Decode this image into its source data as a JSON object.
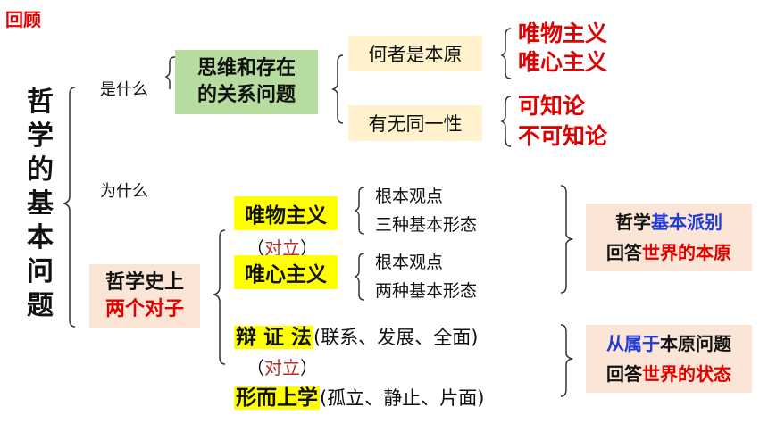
{
  "corner_label": "回顾",
  "root": "哲学的基本问题",
  "question_what": "是什么",
  "question_why": "为什么",
  "core_question": [
    "思维和存在",
    "的关系问题"
  ],
  "aspect_origin": "何者是本原",
  "aspect_identity": "有无同一性",
  "answers_origin": [
    "唯物主义",
    "唯心主义"
  ],
  "answers_identity": [
    "可知论",
    "不可知论"
  ],
  "pairs_label": [
    "哲学史上",
    "两个对子"
  ],
  "materialism": "唯物主义",
  "idealism": "唯心主义",
  "opposition_1": [
    "（",
    "对立",
    "）"
  ],
  "materialism_items": [
    "根本观点",
    "三种基本形态"
  ],
  "idealism_items": [
    "根本观点",
    "两种基本形态"
  ],
  "dialectics": "辩 证 法",
  "dialectics_note": "(联系、发展、全面)",
  "opposition_2": [
    "（",
    "对立",
    "）"
  ],
  "metaphysics": "形而上学",
  "metaphysics_note": "(孤立、静止、片面)",
  "summary_1": {
    "line1_plain": "哲学",
    "line1_em": "基本派别",
    "line2_plain": "回答",
    "line2_em": "世界的本原"
  },
  "summary_2": {
    "line1_em": "从属于",
    "line1_plain": "本原问题",
    "line2_plain": "回答",
    "line2_em": "世界的状态"
  },
  "colors": {
    "highlight_yellow": "#ffff00",
    "peach": "#fbe5d6",
    "green": "#b7dca0",
    "tan": "#fff2cc",
    "red": "#e00000",
    "blue": "#1f3ad6"
  }
}
